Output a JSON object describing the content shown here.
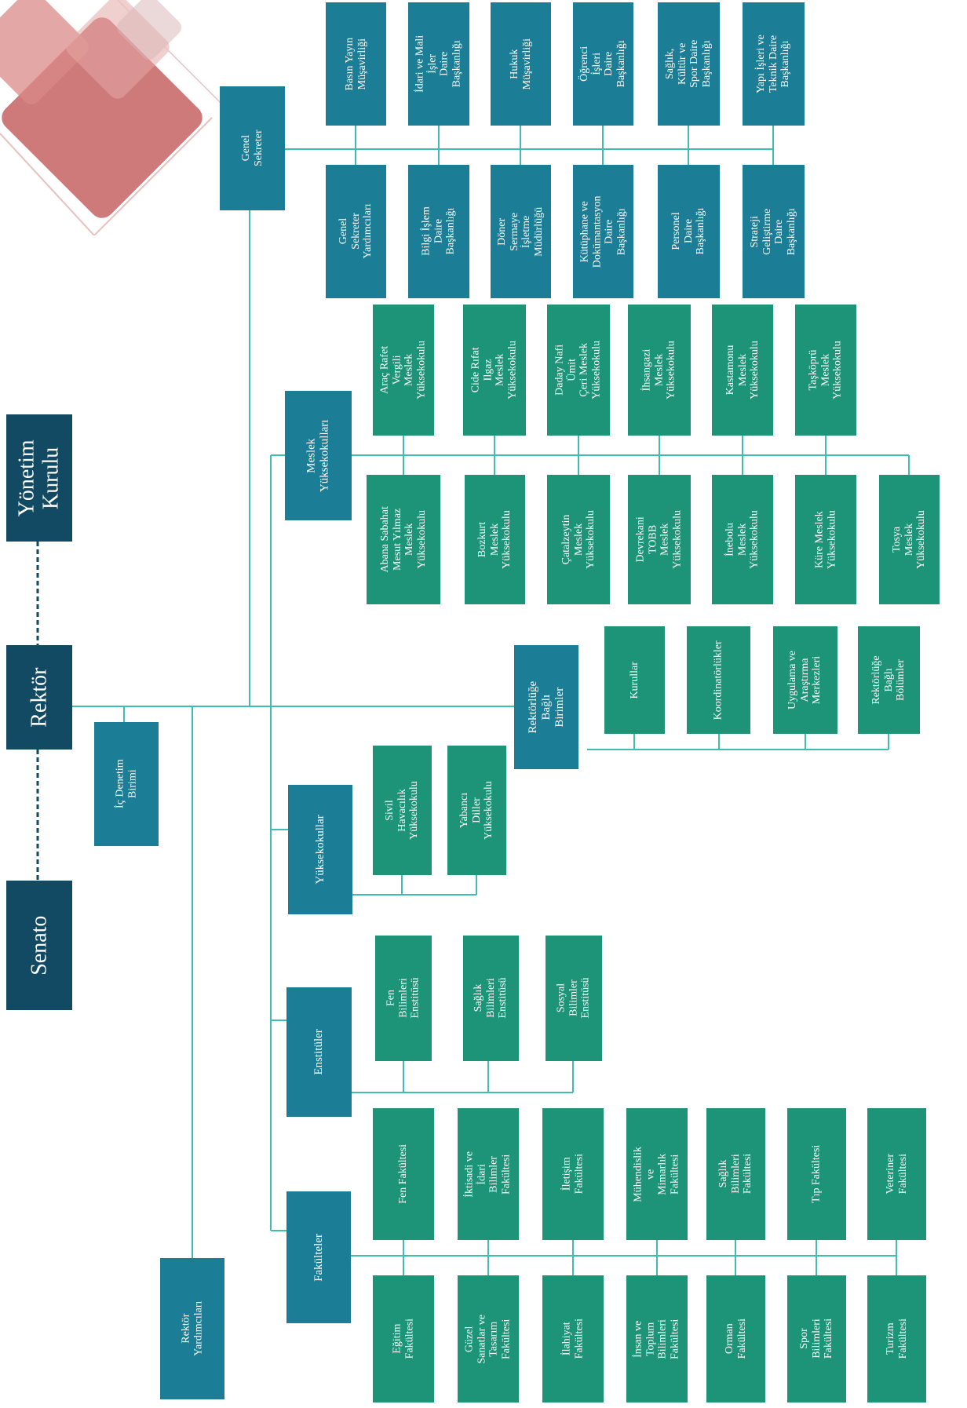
{
  "top": {
    "senato": "Senato",
    "rektor": "Rektör",
    "yonetim_kurulu": "Yönetim\nKurulu"
  },
  "staff": {
    "ic_denetim": "İç Denetim Birimi",
    "rektor_yardimcilari": "Rektör\nYardımcıları"
  },
  "genel_sekreter": {
    "label": "Genel Sekreter",
    "top_row": [
      "Basın Yayın\nMüşavirliği",
      "İdari ve Mali İşler\nDaire Başkanlığı",
      "Hukuk\nMüşavirliği",
      "Öğrenci İşleri\nDaire Başkanlığı",
      "Sağlık, Kültür ve\nSpor Daire\nBaşkanlığı",
      "Yapı İşleri ve\nTeknik Daire\nBaşkanlığı"
    ],
    "bottom_row": [
      "Genel Sekreter\nYardımcıları",
      "Bilgi İşlem Daire\nBaşkanlığı",
      "Döner Sermaye\nİşletme\nMüdürlüğü",
      "Kütüphane ve\nDokümantasyon\nDaire Başkanlığı",
      "Personel Daire\nBaşkanlığı",
      "Strateji\nGeliştirme Daire\nBaşkanlığı"
    ]
  },
  "meslek": {
    "label": "Meslek\nYüksekokulları",
    "top_row": [
      "Araç Rafet Vergili\nMeslek\nYüksekokulu",
      "Cide Rıfat Ilgaz\nMeslek\nYüksekokulu",
      "Daday Nafi Ümit\nÇeri Meslek\nYüksekokulu",
      "İhsangazi Meslek\nYüksekokulu",
      "Kastamonu\nMeslek\nYüksekokulu",
      "Taşköprü Meslek\nYüksekokulu"
    ],
    "bottom_row": [
      "Abana Sabahat\nMesut Yılmaz\nMeslek\nYüksekokulu",
      "Bozkurt Meslek\nYüksekokulu",
      "Çatalzeytin\nMeslek\nYüksekokulu",
      "Devrekani TOBB\nMeslek\nYüksekokulu",
      "İnebolu Meslek\nYüksekokulu",
      "Küre Meslek\nYüksekokulu",
      "Tosya Meslek\nYüksekokulu"
    ]
  },
  "rektorluge_bagli": {
    "label": "Rektörlüğe Bağlı\nBirimler",
    "items": [
      "Kurullar",
      "Koordinatörlükler",
      "Uygulama ve\nAraştırma\nMerkezleri",
      "Rektörlüğe Bağlı\nBölümler"
    ]
  },
  "yuksekokullar": {
    "label": "Yüksekokullar",
    "items": [
      "Sivil Havacılık\nYüksekokulu",
      "Yabancı Diller\nYüksekokulu"
    ]
  },
  "enstituler": {
    "label": "Enstitüler",
    "items": [
      "Fen Bilimleri\nEnstitüsü",
      "Sağlık Bilimleri\nEnstitüsü",
      "Sosyal Bilimler\nEnstitüsü"
    ]
  },
  "fakulteler": {
    "label": "Fakülteler",
    "top_row": [
      "Fen Fakültesi",
      "İktisadi ve İdari\nBilimler Fakültesi",
      "İletişim Fakültesi",
      "Mühendislik ve\nMimarlık\nFakültesi",
      "Sağlık Bilimleri\nFakültesi",
      "Tıp Fakültesi",
      "Veteriner\nFakültesi"
    ],
    "bottom_row": [
      "Eğitim Fakültesi",
      "Güzel Sanatlar ve\nTasarım Fakültesi",
      "İlahiyat Fakültesi",
      "İnsan ve Toplum\nBilimleri\nFakültesi",
      "Orman Fakültesi",
      "Spor Bilimleri\nFakültesi",
      "Turizm Fakültesi"
    ]
  },
  "colors": {
    "dark": "#134a63",
    "unit": "#1b7e96",
    "subunit": "#1d9477",
    "connector": "#3fbdb3",
    "decoration": "#c96a6c"
  }
}
